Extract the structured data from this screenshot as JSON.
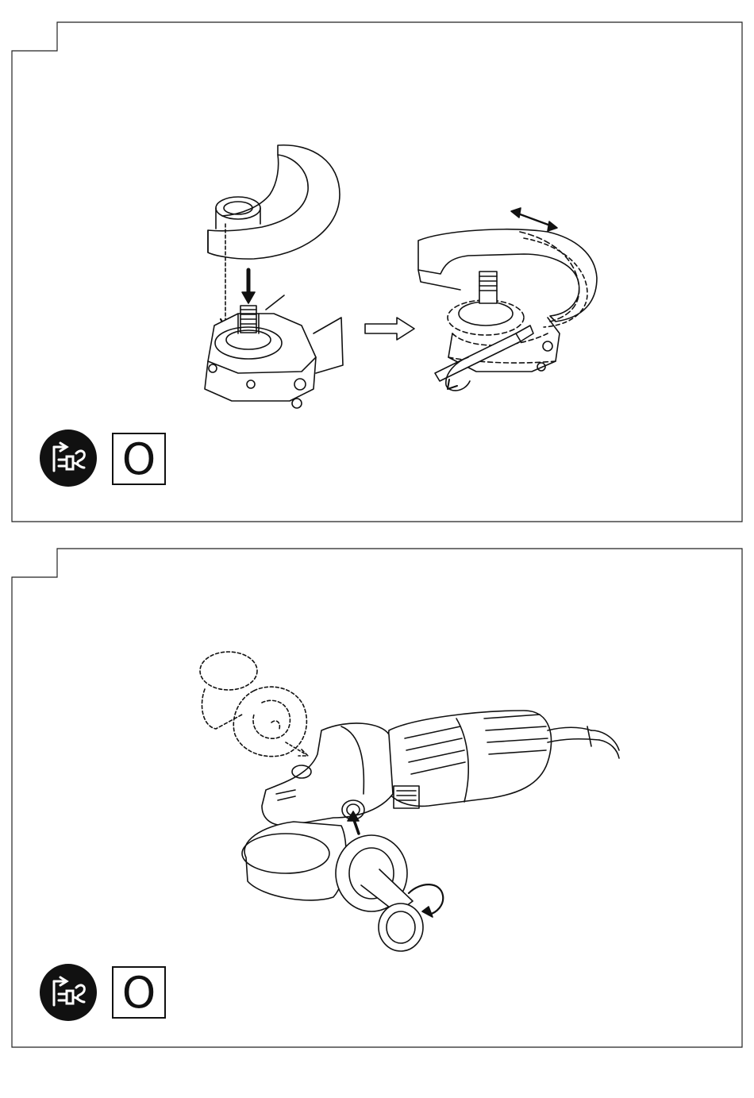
{
  "panels": [
    {
      "id": "panel-1",
      "icons": [
        "unplug-icon"
      ],
      "symbol_label": "O"
    },
    {
      "id": "panel-2",
      "icons": [
        "unplug-icon"
      ],
      "symbol_label": "O"
    }
  ],
  "colors": {
    "ink": "#111111",
    "background": "#ffffff"
  }
}
